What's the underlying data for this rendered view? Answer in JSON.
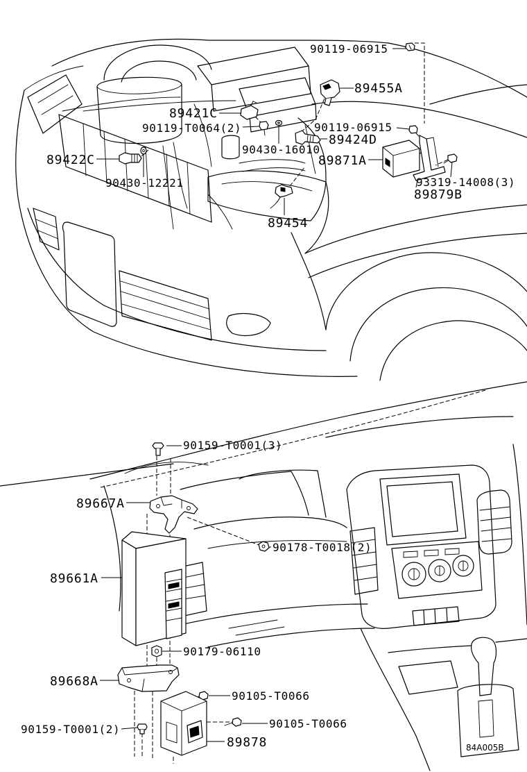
{
  "engine_bay_callouts": [
    "90119-06915",
    "89455A",
    "89421C",
    "90119-T0064(2)",
    "90119-06915",
    "89424D",
    "90430-16010",
    "89422C",
    "89871A",
    "90430-12221",
    "93319-14008(3)",
    "89879B",
    "89454"
  ],
  "dashboard_callouts": [
    "90159-T0001(3)",
    "89667A",
    "90178-T0018(2)",
    "89661A",
    "90179-06110",
    "89668A",
    "90105-T0066",
    "90105-T0066",
    "90159-T0001(2)",
    "89878"
  ],
  "figure_code": "84A005B",
  "line_color": "#000000",
  "background_color": "#ffffff"
}
